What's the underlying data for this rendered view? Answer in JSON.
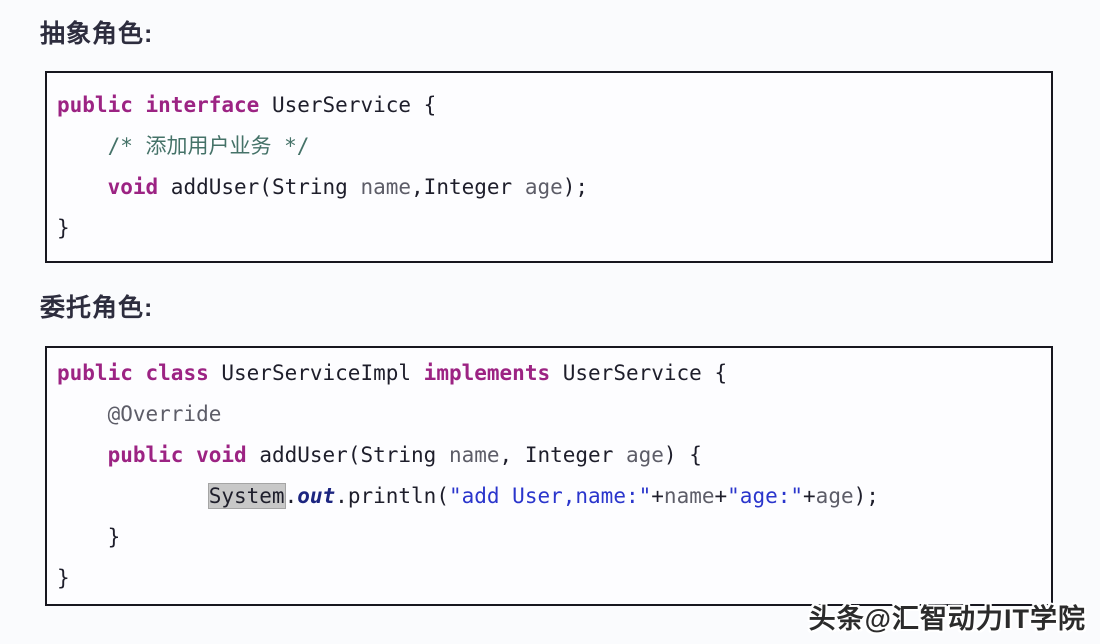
{
  "watermark": {
    "text": "头条@汇智动力IT学院"
  },
  "colors": {
    "page-bg": "#fafbfd",
    "block-bg": "#fdfdff",
    "block-border": "#17171f",
    "title": "#2d2d3e",
    "kw": "#9c2383",
    "code": "#1e1e2b",
    "id": "#5d5d68",
    "comment": "#457268",
    "str": "#2a35cc",
    "field": "#1c2580",
    "hl-bg": "#c8c8c8",
    "hl-border": "#a5a5a5",
    "wm": "#2b2b2b"
  },
  "sections": [
    {
      "title": "抽象角色:",
      "code_lines": [
        [
          {
            "t": "kw",
            "v": "public"
          },
          {
            "t": "plain",
            "v": " "
          },
          {
            "t": "kw",
            "v": "interface"
          },
          {
            "t": "plain",
            "v": " UserService {"
          }
        ],
        [
          {
            "t": "comment",
            "v": "    /* 添加用户业务 */"
          }
        ],
        [
          {
            "t": "plain",
            "v": "    "
          },
          {
            "t": "kw",
            "v": "void"
          },
          {
            "t": "plain",
            "v": " addUser(String "
          },
          {
            "t": "id",
            "v": "name"
          },
          {
            "t": "plain",
            "v": ",Integer "
          },
          {
            "t": "id",
            "v": "age"
          },
          {
            "t": "plain",
            "v": ");"
          }
        ],
        [
          {
            "t": "plain",
            "v": "}"
          }
        ]
      ]
    },
    {
      "title": "委托角色:",
      "code_lines": [
        [
          {
            "t": "kw",
            "v": "public"
          },
          {
            "t": "plain",
            "v": " "
          },
          {
            "t": "kw",
            "v": "class"
          },
          {
            "t": "plain",
            "v": " UserServiceImpl "
          },
          {
            "t": "kw",
            "v": "implements"
          },
          {
            "t": "plain",
            "v": " UserService {"
          }
        ],
        [
          {
            "t": "id",
            "v": "    @Override"
          }
        ],
        [
          {
            "t": "plain",
            "v": "    "
          },
          {
            "t": "kw",
            "v": "public"
          },
          {
            "t": "plain",
            "v": " "
          },
          {
            "t": "kw",
            "v": "void"
          },
          {
            "t": "plain",
            "v": " addUser(String "
          },
          {
            "t": "id",
            "v": "name"
          },
          {
            "t": "plain",
            "v": ", Integer "
          },
          {
            "t": "id",
            "v": "age"
          },
          {
            "t": "plain",
            "v": ") {"
          }
        ],
        [
          {
            "t": "plain",
            "v": "            "
          },
          {
            "t": "hl",
            "v": "System"
          },
          {
            "t": "plain",
            "v": "."
          },
          {
            "t": "field",
            "v": "out"
          },
          {
            "t": "plain",
            "v": ".println("
          },
          {
            "t": "str",
            "v": "\"add User,name:\""
          },
          {
            "t": "plain",
            "v": "+"
          },
          {
            "t": "id",
            "v": "name"
          },
          {
            "t": "plain",
            "v": "+"
          },
          {
            "t": "str",
            "v": "\"age:\""
          },
          {
            "t": "plain",
            "v": "+"
          },
          {
            "t": "id",
            "v": "age"
          },
          {
            "t": "plain",
            "v": ");"
          }
        ],
        [
          {
            "t": "plain",
            "v": "    }"
          }
        ],
        [
          {
            "t": "plain",
            "v": "}"
          }
        ]
      ]
    }
  ]
}
